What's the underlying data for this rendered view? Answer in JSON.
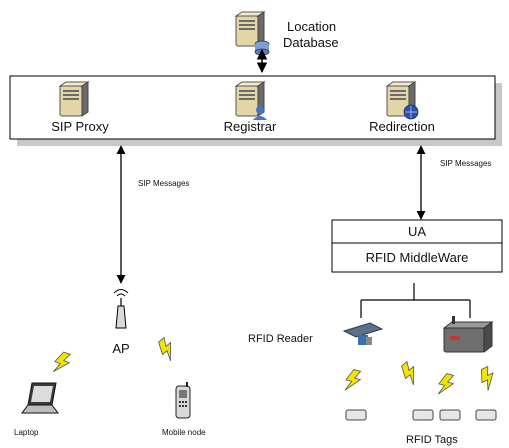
{
  "diagram": {
    "location_db_label_1": "Location",
    "location_db_label_2": "Database",
    "server_box": {
      "sip_proxy": "SIP Proxy",
      "registrar": "Registrar",
      "redirection": "Redirection"
    },
    "sip_messages_left": "SIP Messages",
    "sip_messages_right": "SIP Messages",
    "ua_box": {
      "ua": "UA",
      "middleware": "RFID MiddleWare"
    },
    "ap_label": "AP",
    "rfid_reader_label": "RFID Reader",
    "laptop_label": "Laptop",
    "mobile_node_label": "Mobile node",
    "rfid_tags_label": "RFID Tags"
  },
  "colors": {
    "line": "#000000",
    "server_beige": "#e2d6a6",
    "server_dark": "#5b5b5b",
    "lightning": "#f2e400",
    "box_shadow": "#c8c8c8"
  }
}
